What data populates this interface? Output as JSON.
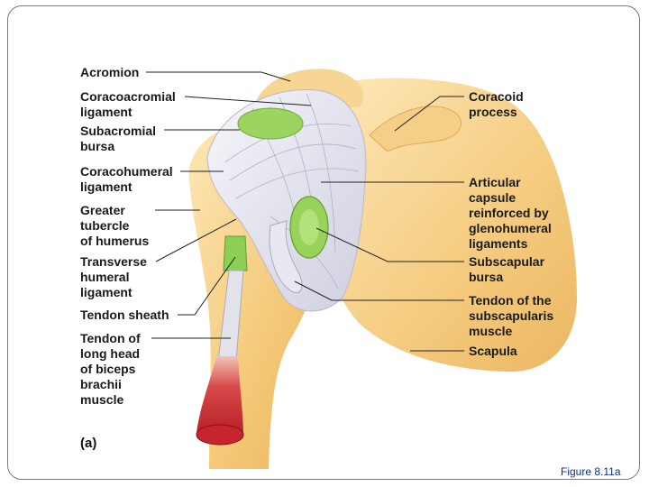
{
  "left_labels": [
    {
      "id": "acromion",
      "text": "Acromion"
    },
    {
      "id": "coracoacromial-ligament",
      "text": "Coracoacromial\nligament"
    },
    {
      "id": "subacromial-bursa",
      "text": "Subacromial\nbursa"
    },
    {
      "id": "coracohumeral-ligament",
      "text": "Coracohumeral\nligament"
    },
    {
      "id": "greater-tubercle",
      "text": "Greater\ntubercle\nof humerus"
    },
    {
      "id": "transverse-humeral-ligament",
      "text": "Transverse\nhumeral\nligament"
    },
    {
      "id": "tendon-sheath",
      "text": "Tendon sheath"
    },
    {
      "id": "tendon-long-head-biceps",
      "text": "Tendon of\nlong head\nof biceps\nbrachii\nmuscle"
    }
  ],
  "right_labels": [
    {
      "id": "coracoid-process",
      "text": "Coracoid\nprocess"
    },
    {
      "id": "articular-capsule",
      "text": "Articular\ncapsule\nreinforced by\nglenohumeral\nligaments"
    },
    {
      "id": "subscapular-bursa",
      "text": "Subscapular\nbursa"
    },
    {
      "id": "tendon-subscapularis",
      "text": "Tendon of the\nsubscapularis\nmuscle"
    },
    {
      "id": "scapula",
      "text": "Scapula"
    }
  ],
  "panel_label": "(a)",
  "caption": "Figure 8.11a",
  "colors": {
    "bone": "#f3c46e",
    "bone_light": "#fbe4b0",
    "ligament": "#e9e9f2",
    "bursa": "#8fd25a",
    "muscle": "#c8202a",
    "leader": "#222222"
  }
}
